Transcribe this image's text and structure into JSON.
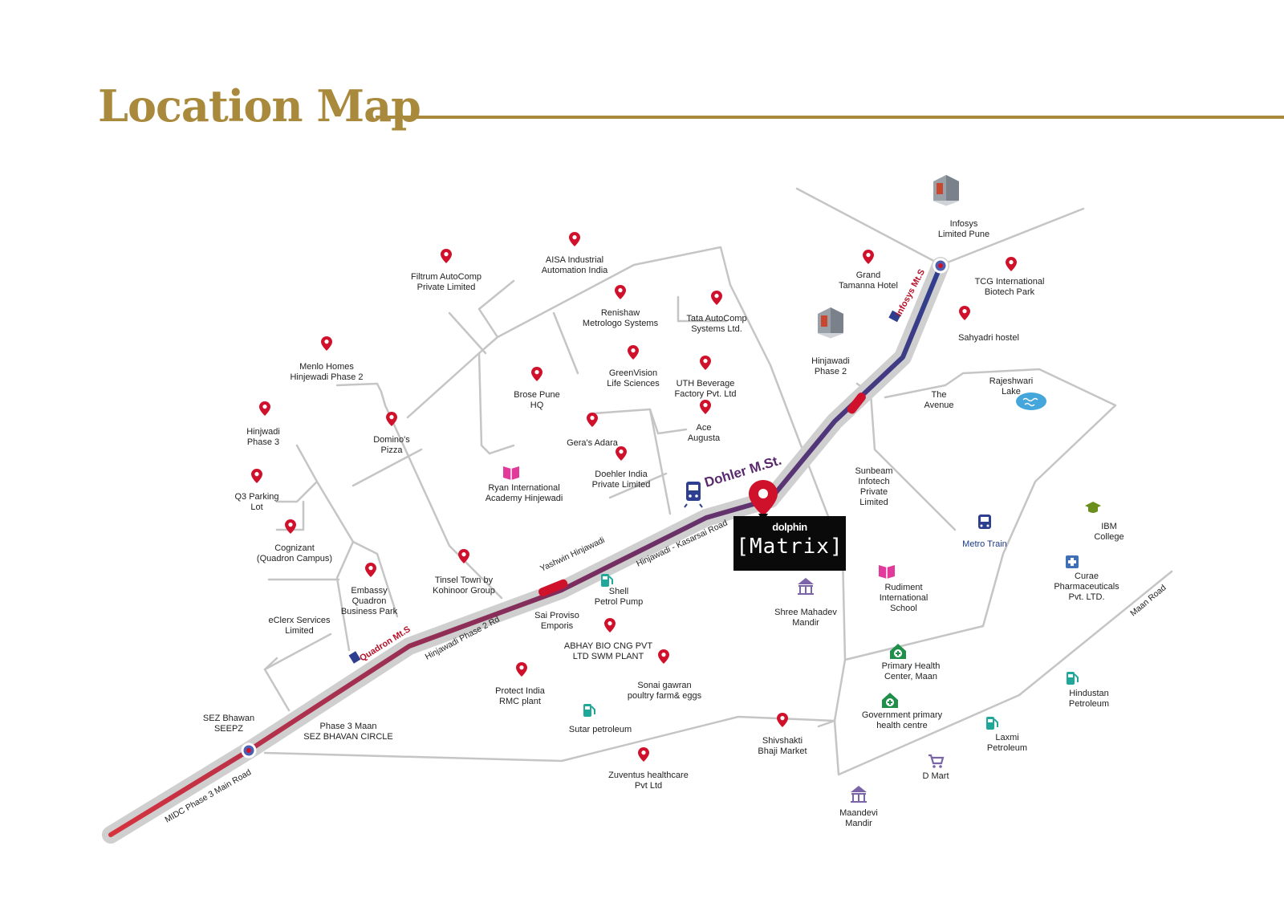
{
  "title": "Location Map",
  "brand": {
    "top": "dolphin",
    "name": "[Matrix]"
  },
  "colors": {
    "gold": "#a98a3c",
    "pin": "#d0112b",
    "road": "#bdbdbd",
    "metro_dark": "#2e3f8f",
    "metro_red": "#c42a3a"
  },
  "roads": [
    {
      "name": "Hinjawadi - Kasarsai Road"
    },
    {
      "name": "Yashwin Hinjawadi"
    },
    {
      "name": "Hinjawadi Phase 2 Rd"
    },
    {
      "name": "MIDC Phase 3 Main Road"
    },
    {
      "name": "Maan Road"
    }
  ],
  "metro_stations": [
    {
      "name": "Dohler M.St."
    },
    {
      "name": "Infosys Mt.S"
    },
    {
      "name": "Quadron Mt.S"
    }
  ],
  "places": [
    {
      "lines": [
        "AISA Industrial",
        "Automation India"
      ],
      "icon": "pin-icon"
    },
    {
      "lines": [
        "Filtrum AutoComp",
        "Private Limited"
      ],
      "icon": "pin-icon"
    },
    {
      "lines": [
        "Renishaw",
        "Metrologo Systems"
      ],
      "icon": "pin-icon"
    },
    {
      "lines": [
        "Tata AutoComp",
        "Systems Ltd."
      ],
      "icon": "pin-icon"
    },
    {
      "lines": [
        "Menlo Homes",
        "Hinjewadi Phase 2"
      ],
      "icon": "pin-icon"
    },
    {
      "lines": [
        "GreenVision",
        "Life Sciences"
      ],
      "icon": "pin-icon"
    },
    {
      "lines": [
        "Brose Pune",
        "HQ"
      ],
      "icon": "pin-icon"
    },
    {
      "lines": [
        "UTH Beverage",
        "Factory Pvt. Ltd"
      ],
      "icon": "pin-icon"
    },
    {
      "lines": [
        "Hinjwadi",
        "Phase 3"
      ],
      "icon": "pin-icon"
    },
    {
      "lines": [
        "Domino's",
        "Pizza"
      ],
      "icon": "pin-icon"
    },
    {
      "lines": [
        "Ace",
        "Augusta"
      ],
      "icon": "pin-icon"
    },
    {
      "lines": [
        "Gera's Adara"
      ],
      "icon": "pin-icon"
    },
    {
      "lines": [
        "Doehler India",
        "Private Limited"
      ],
      "icon": "pin-icon"
    },
    {
      "lines": [
        "Q3 Parking",
        "Lot"
      ],
      "icon": "pin-icon"
    },
    {
      "lines": [
        "Cognizant",
        "(Quadron Campus)"
      ],
      "icon": "pin-icon"
    },
    {
      "lines": [
        "Ryan International",
        "Academy Hinjewadi"
      ],
      "icon": "book-icon"
    },
    {
      "lines": [
        "Embassy",
        "Quadron",
        "Business Park"
      ],
      "icon": "pin-icon"
    },
    {
      "lines": [
        "Tinsel Town by",
        "Kohinoor Group"
      ],
      "icon": "pin-icon"
    },
    {
      "lines": [
        "eClerx Services",
        "Limited"
      ],
      "icon": "none"
    },
    {
      "lines": [
        "Shell",
        "Petrol Pump"
      ],
      "icon": "fuel-icon"
    },
    {
      "lines": [
        "Sai Proviso",
        "Emporis"
      ],
      "icon": "none"
    },
    {
      "lines": [
        "ABHAY BIO CNG PVT",
        "LTD SWM PLANT"
      ],
      "icon": "pin-icon"
    },
    {
      "lines": [
        "Sonai gawran",
        "poultry farm& eggs"
      ],
      "icon": "pin-icon"
    },
    {
      "lines": [
        "Protect India",
        "RMC plant"
      ],
      "icon": "pin-icon"
    },
    {
      "lines": [
        "SEZ Bhawan",
        "SEEPZ"
      ],
      "icon": "none"
    },
    {
      "lines": [
        "Phase 3 Maan",
        "SEZ BHAVAN CIRCLE"
      ],
      "icon": "none"
    },
    {
      "lines": [
        "Sutar petroleum"
      ],
      "icon": "fuel-icon"
    },
    {
      "lines": [
        "Zuventus healthcare",
        "Pvt Ltd"
      ],
      "icon": "pin-icon"
    },
    {
      "lines": [
        "Shivshakti",
        "Bhaji Market"
      ],
      "icon": "pin-icon"
    },
    {
      "lines": [
        "Shree Mahadev",
        "Mandir"
      ],
      "icon": "temple-icon"
    },
    {
      "lines": [
        "Infosys",
        "Limited Pune"
      ],
      "icon": "building-icon"
    },
    {
      "lines": [
        "Grand",
        "Tamanna Hotel"
      ],
      "icon": "pin-icon"
    },
    {
      "lines": [
        "TCG International",
        "Biotech Park"
      ],
      "icon": "pin-icon"
    },
    {
      "lines": [
        "Sahyadri hostel"
      ],
      "icon": "pin-icon"
    },
    {
      "lines": [
        "Hinjawadi",
        "Phase 2"
      ],
      "icon": "building-icon"
    },
    {
      "lines": [
        "The",
        "Avenue"
      ],
      "icon": "none"
    },
    {
      "lines": [
        "Rajeshwari",
        "Lake"
      ],
      "icon": "lake-icon"
    },
    {
      "lines": [
        "Sunbeam",
        "Infotech",
        "Private",
        "Limited"
      ],
      "icon": "none"
    },
    {
      "lines": [
        "Metro Train"
      ],
      "icon": "train-icon"
    },
    {
      "lines": [
        "IBM",
        "College"
      ],
      "icon": "graduation-icon"
    },
    {
      "lines": [
        "Curae",
        "Pharmaceuticals",
        "Pvt. LTD."
      ],
      "icon": "medical-icon"
    },
    {
      "lines": [
        "Rudiment",
        "International",
        "School"
      ],
      "icon": "book-icon"
    },
    {
      "lines": [
        "Primary Health",
        "Center, Maan"
      ],
      "icon": "hospital-icon"
    },
    {
      "lines": [
        "Government primary",
        "health centre"
      ],
      "icon": "hospital-icon"
    },
    {
      "lines": [
        "Hindustan",
        "Petroleum"
      ],
      "icon": "fuel-icon"
    },
    {
      "lines": [
        "Laxmi",
        "Petroleum"
      ],
      "icon": "fuel-icon"
    },
    {
      "lines": [
        "D Mart"
      ],
      "icon": "cart-icon"
    },
    {
      "lines": [
        "Maandevi",
        "Mandir"
      ],
      "icon": "temple-icon"
    }
  ]
}
